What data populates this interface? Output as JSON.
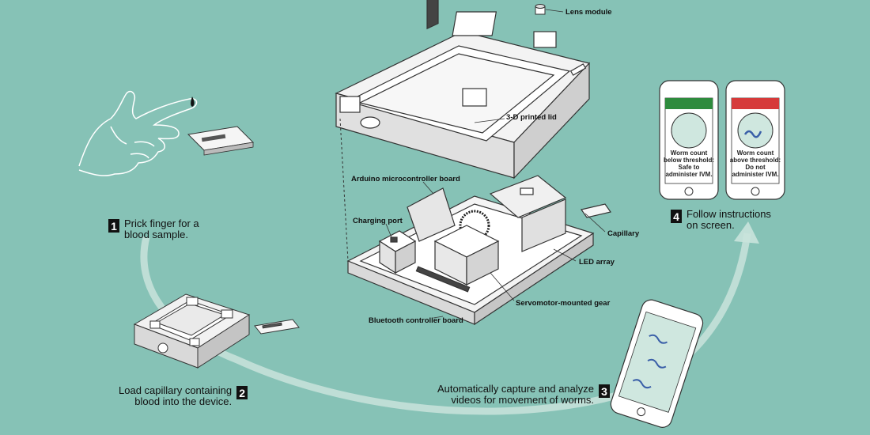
{
  "steps": [
    {
      "number": "1",
      "text_line1": "Prick finger for a",
      "text_line2": "blood sample."
    },
    {
      "number": "2",
      "text_line1": "Load capillary containing",
      "text_line2": "blood into the device."
    },
    {
      "number": "3",
      "text_line1": "Automatically capture and analyze",
      "text_line2": "videos for movement of worms."
    },
    {
      "number": "4",
      "text_line1": "Follow instructions",
      "text_line2": "on screen."
    }
  ],
  "labels": {
    "lens_module": "Lens module",
    "lid": "3-D printed lid",
    "arduino": "Arduino microcontroller board",
    "charging_port": "Charging port",
    "capillary": "Capillary",
    "led_array": "LED array",
    "servo_gear": "Servomotor-mounted gear",
    "bluetooth": "Bluetooth controller board"
  },
  "phone_screens": {
    "left": {
      "status_color": "#2e8b3d",
      "line1": "Worm count",
      "line2": "below threshold:",
      "line3": "Safe to",
      "line4": "administer IVM."
    },
    "right": {
      "status_color": "#d63a3a",
      "line1": "Worm count",
      "line2": "above threshold:",
      "line3": "Do not",
      "line4": "administer IVM."
    }
  },
  "colors": {
    "background": "#86c2b6",
    "arrow": "#c9e3dc",
    "worm": "#3a5fa8"
  }
}
